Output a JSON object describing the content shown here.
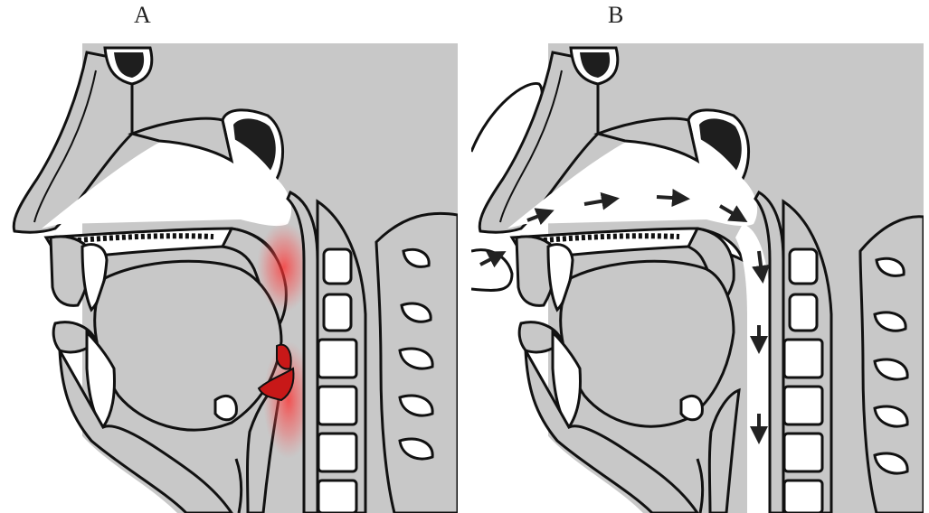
{
  "panels": [
    {
      "label": "A",
      "state": "airway obstruction",
      "highlight_color": "#e0252b"
    },
    {
      "label": "B",
      "state": "positive airway pressure",
      "arrow_color": "#222222"
    }
  ],
  "colors": {
    "tissue": "#c8c8c8",
    "bone_fill": "#ffffff",
    "cavity": "#1e1e1e",
    "outline": "#111111",
    "air": "#ffffff"
  },
  "icons": [
    "airflow-arrow-icon",
    "nasal-mask-icon"
  ]
}
